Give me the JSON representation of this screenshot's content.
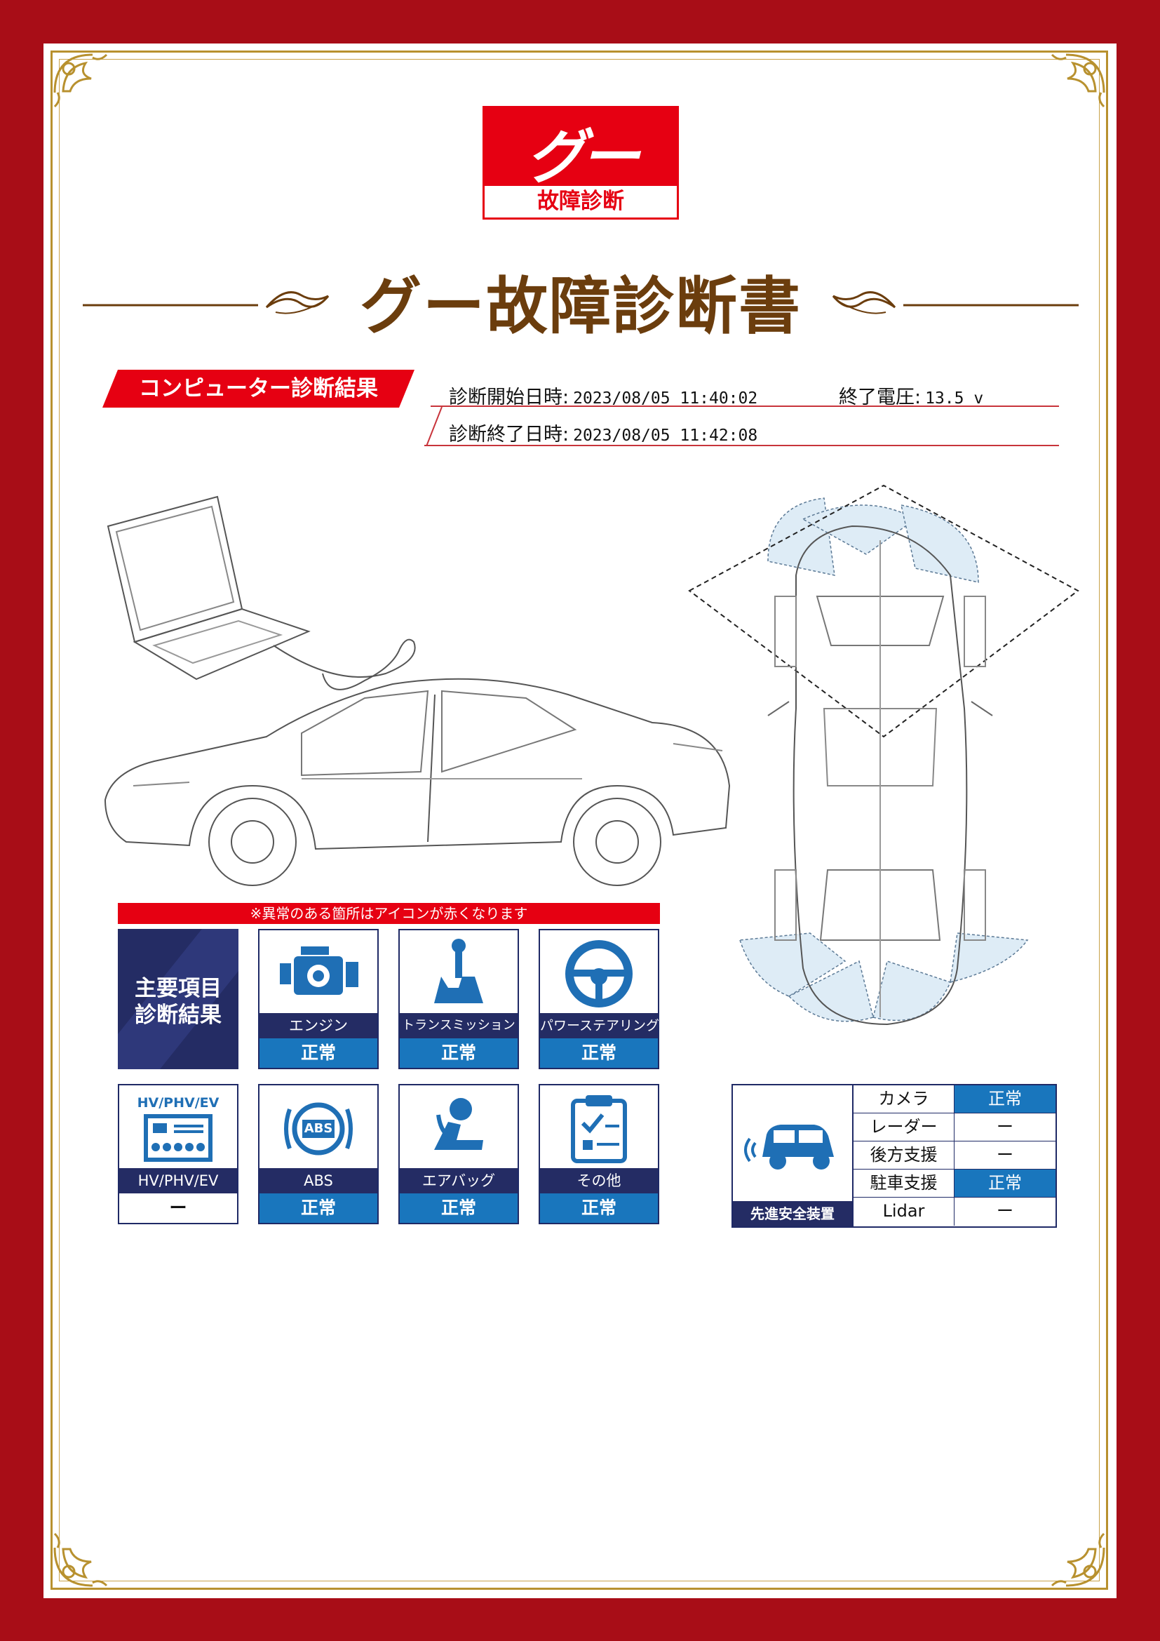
{
  "logo": {
    "mark": "グー",
    "sub": "故障診断"
  },
  "title": "グー故障診断書",
  "section_label": "コンピューター診断結果",
  "diagnosis": {
    "start_label": "診断開始日時:",
    "start_value": "2023/08/05 11:40:02",
    "end_label": "診断終了日時:",
    "end_value": "2023/08/05 11:42:08",
    "voltage_label": "終了電圧:",
    "voltage_value": "13.5 v"
  },
  "notice": "※異常のある箇所はアイコンが赤くなります",
  "main_label": "主要項目\n診断結果",
  "items": [
    {
      "name": "エンジン",
      "status": "正常",
      "icon": "engine-icon"
    },
    {
      "name": "トランスミッション",
      "status": "正常",
      "icon": "gear-shift-icon"
    },
    {
      "name": "パワーステアリング",
      "status": "正常",
      "icon": "steering-wheel-icon"
    },
    {
      "name": "HV/PHV/EV",
      "status": "ー",
      "icon": "hv-battery-icon",
      "icon_caption": "HV/PHV/EV"
    },
    {
      "name": "ABS",
      "status": "正常",
      "icon": "abs-icon",
      "icon_caption": "ABS"
    },
    {
      "name": "エアバッグ",
      "status": "正常",
      "icon": "airbag-icon"
    },
    {
      "name": "その他",
      "status": "正常",
      "icon": "clipboard-icon"
    }
  ],
  "adas": {
    "label": "先進安全装置",
    "icon": "car-sensor-icon",
    "rows": [
      {
        "name": "カメラ",
        "value": "正常"
      },
      {
        "name": "レーダー",
        "value": "ー"
      },
      {
        "name": "後方支援",
        "value": "ー"
      },
      {
        "name": "駐車支援",
        "value": "正常"
      },
      {
        "name": "Lidar",
        "value": "ー"
      }
    ]
  },
  "colors": {
    "frame_red": "#a80d17",
    "gold": "#b8912f",
    "brand_red": "#e60012",
    "navy": "#242c64",
    "status_blue": "#1976bd",
    "title_brown": "#6b3d0d"
  }
}
